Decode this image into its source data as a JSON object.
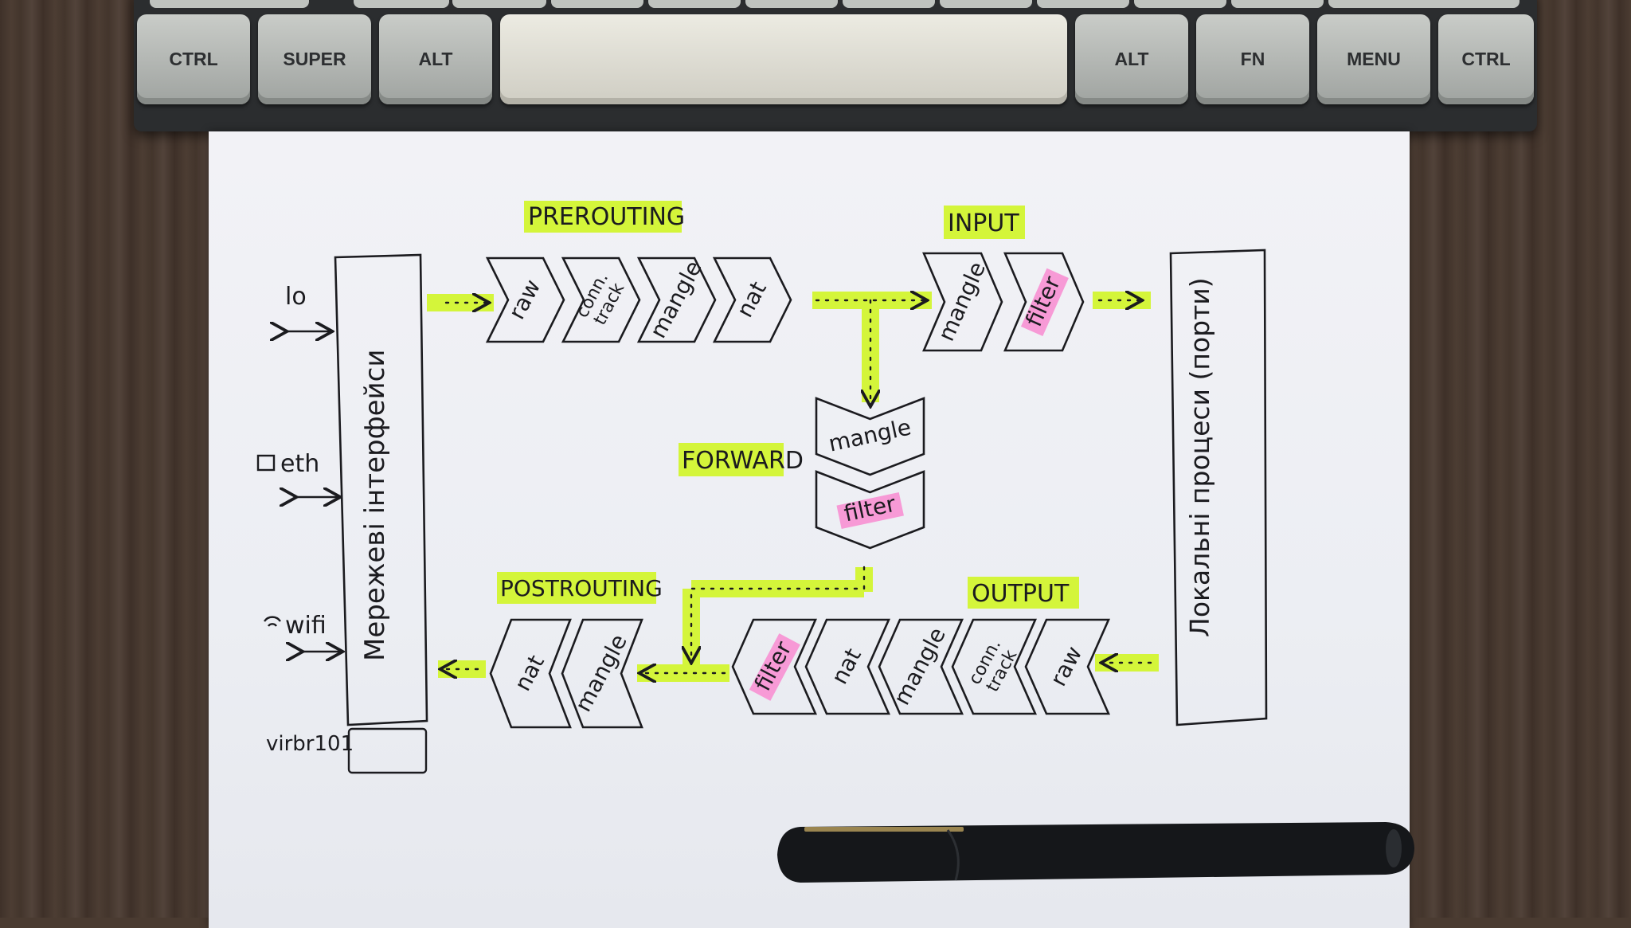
{
  "keyboard": {
    "keys": [
      "CTRL",
      "SUPER",
      "ALT",
      "",
      "ALT",
      "FN",
      "MENU",
      "CTRL"
    ]
  },
  "diagram": {
    "labels": {
      "prerouting": "PREROUTING",
      "input": "INPUT",
      "forward": "FORWARD",
      "postrouting": "POSTROUTING",
      "output": "OUTPUT"
    },
    "network_box": "Мережеві інтерфейси",
    "process_box": "Локальні процеси (порти)",
    "interfaces": [
      "lo",
      "eth",
      "wifi"
    ],
    "virbr": "virbr101",
    "prerouting_chain": [
      "raw",
      "conn. track",
      "mangle",
      "nat"
    ],
    "input_chain": [
      "mangle",
      "filter"
    ],
    "forward_chain": [
      "mangle",
      "filter"
    ],
    "output_chain": [
      "filter",
      "nat",
      "mangle",
      "conn. track",
      "raw"
    ],
    "postrouting_chain": [
      "nat",
      "mangle"
    ]
  },
  "colors": {
    "highlight": "#d4f53a",
    "pink": "#f79ad6",
    "ink": "#1b1b1f",
    "paper": "#eeeff4"
  }
}
